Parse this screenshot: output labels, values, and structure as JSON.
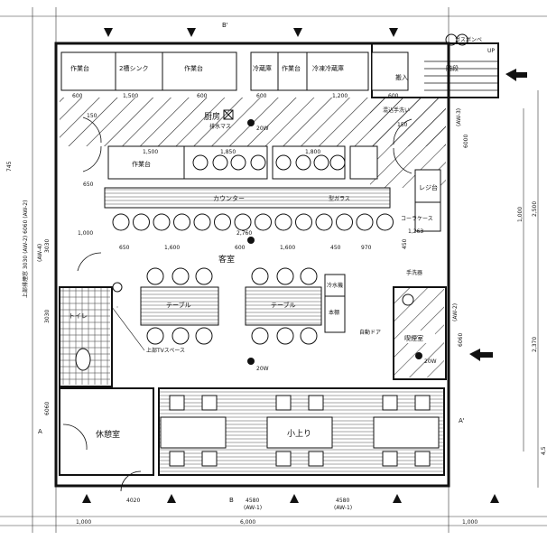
{
  "rooms": {
    "kitchen": "厨房",
    "floor_drain": "排水マス",
    "dining": "客室",
    "toilet": "トイレ",
    "rest_room": "休憩室",
    "smoking_room": "喫煙室",
    "zashiki": "小上り",
    "entry": "搬入",
    "stairs": "階段"
  },
  "fixtures": {
    "work_table_1": "作業台",
    "sink": "2槽シンク",
    "work_table_2": "作業台",
    "fridge": "冷蔵庫",
    "work_table_3": "作業台",
    "freezer_fridge": "冷凍冷蔵庫",
    "work_table_4": "作業台",
    "counter": "カウンター",
    "frosted_glass": "型ガラス",
    "register": "レジ台",
    "cola_case": "コーラケース",
    "hand_wash": "手洗器",
    "hand_wash_2": "混込手洗い",
    "table_1": "テーブル",
    "table_2": "テーブル",
    "water_server": "冷水機",
    "bookshelf": "本棚",
    "auto_door": "自動ドア",
    "tv_space": "上部TVスペース",
    "gas_cylinder": "ガスボンベ",
    "up": "UP"
  },
  "lamps": {
    "kitchen": "20W",
    "dining": "20W",
    "smoking": "20W"
  },
  "section_marks": {
    "a": "A",
    "a_prime": "A'",
    "b": "B",
    "b_prime": "B'"
  },
  "dims": {
    "top": [
      "600",
      "1,500",
      "600",
      "600",
      "1,200",
      "600"
    ],
    "counter_row": [
      "1,500",
      "1,850",
      "1,800"
    ],
    "left_650": "650",
    "left_150": "150",
    "right_150": "150",
    "dining_row": [
      "650",
      "1,600",
      "600",
      "1,600",
      "450",
      "970"
    ],
    "center_2760": "2,760",
    "left_1000": "1,000",
    "right_1263": "1,263",
    "bottom_4020": "4020",
    "bottom_4580a": "4580",
    "bottom_4580b": "4580",
    "bottom_aw1a": "(AW-1)",
    "bottom_aw1b": "(AW-1)",
    "bottom_1000a": "1,000",
    "bottom_6000": "6,000",
    "bottom_1000b": "1,000",
    "left_vert_6060": "6060",
    "left_vert_3030a": "3030",
    "left_vert_3030b": "3030",
    "left_vert_aw4": "(AW-4)",
    "left_vert_745": "745",
    "left_header": "上部排煙窓 3030 (AW-2) 6060 (AW-2)",
    "right_6000": "6000",
    "right_aw3a": "(AW-3)",
    "right_6060": "6060",
    "right_aw3b": "(AW-2)",
    "right_2500": "2,500",
    "right_2370": "2,370",
    "right_1000": "1,000",
    "right_450": "450",
    "right_4": "4,5"
  }
}
